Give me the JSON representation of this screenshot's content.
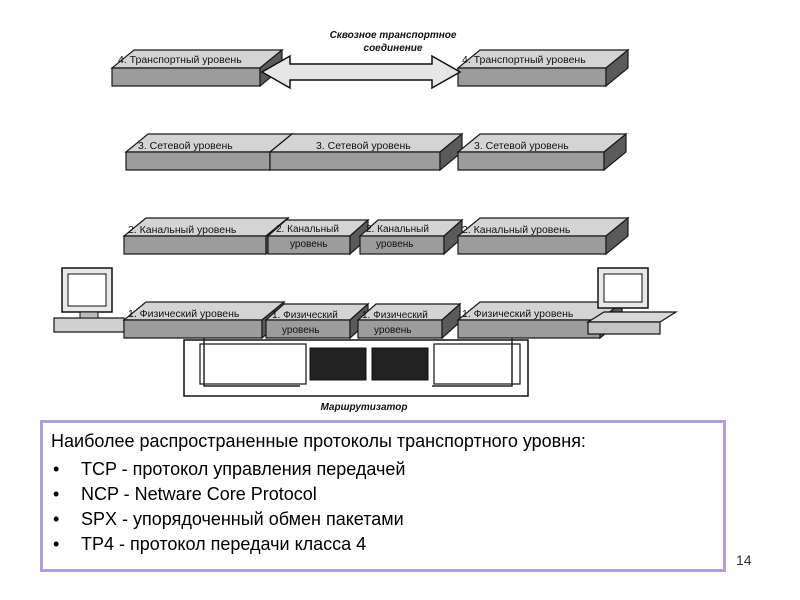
{
  "diagram": {
    "end_to_end_caption_line1": "Сквозное транспортное",
    "end_to_end_caption_line2": "соединение",
    "router_caption": "Маршрутизатор",
    "transport_left": "4. Транспортный уровень",
    "transport_right": "4. Транспортный уровень",
    "network_left": "3. Сетевой уровень",
    "network_middle": "3. Сетевой уровень",
    "network_right": "3. Сетевой уровень",
    "datalink_left": "2. Канальный уровень",
    "datalink_mid1_line1": "2. Канальный",
    "datalink_mid1_line2": "уровень",
    "datalink_mid2_line1": "2. Канальный",
    "datalink_mid2_line2": "уровень",
    "datalink_right": "2. Канальный уровень",
    "physical_left": "1. Физический уровень",
    "physical_mid1_line1": "1. Физический",
    "physical_mid1_line2": "уровень",
    "physical_mid2_line1": "1. Физический",
    "physical_mid2_line2": "уровень",
    "physical_right": "1. Физический уровень"
  },
  "text_box": {
    "heading": "Наиболее распространенные протоколы транспортного уровня:",
    "items": [
      "TCP - протокол управления передачей",
      "NCP - Netware Core Protocol",
      "SPX - упорядоченный обмен пакетами",
      "TP4 - протокол передачи класса 4"
    ]
  },
  "slide_number": "14",
  "colors": {
    "box_border": "#b39ddb",
    "slab_front": "#9c9c9c",
    "slab_top": "#d4d4d4"
  }
}
